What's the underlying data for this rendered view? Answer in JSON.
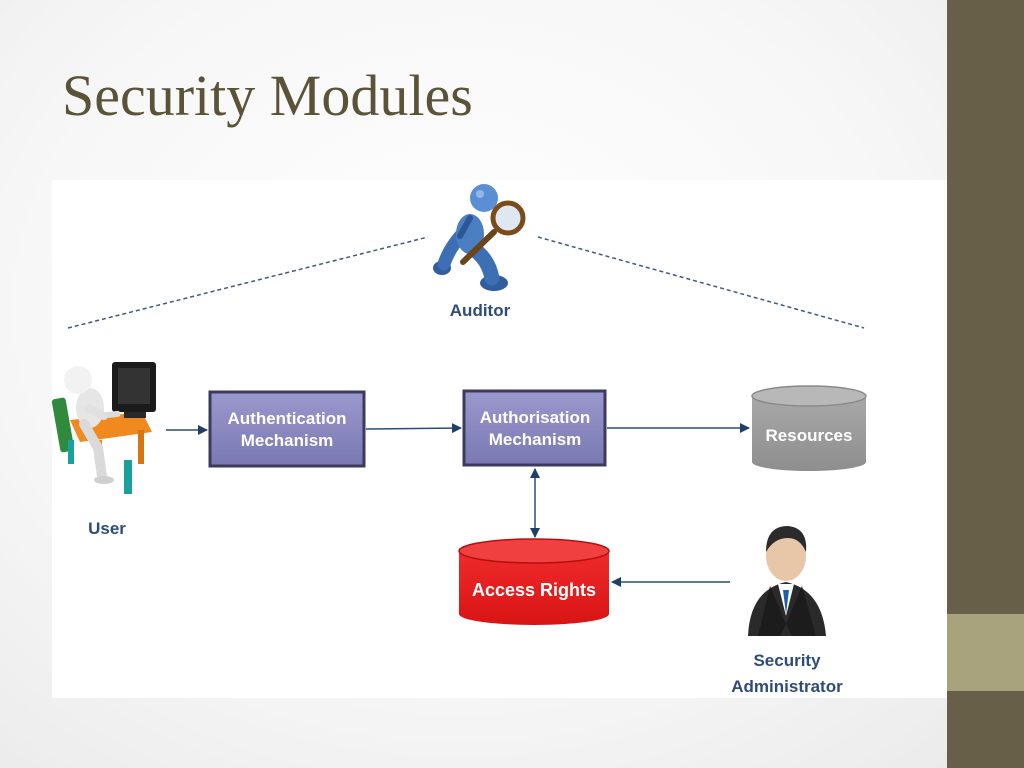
{
  "slide": {
    "title": "Security Modules"
  },
  "nodes": {
    "auditor": "Auditor",
    "user": "User",
    "authentication": {
      "line1": "Authentication",
      "line2": "Mechanism"
    },
    "authorisation": {
      "line1": "Authorisation",
      "line2": "Mechanism"
    },
    "resources": "Resources",
    "access_rights": "Access Rights",
    "security_admin": {
      "line1": "Security",
      "line2": "Administrator"
    }
  },
  "colors": {
    "sidebar": "#675f48",
    "sidebar_accent": "#a8a27d",
    "title": "#5b5338",
    "box_fill": "#8a88c0",
    "box_border": "#3c3b5e",
    "access_rights": "#e51b1b",
    "resources": "#9b9b9b",
    "label": "#2e4c7a",
    "arrow": "#2b4c78"
  },
  "icons": [
    "auditor-figure-icon",
    "user-at-computer-icon",
    "security-admin-icon",
    "magnifying-glass-icon"
  ]
}
